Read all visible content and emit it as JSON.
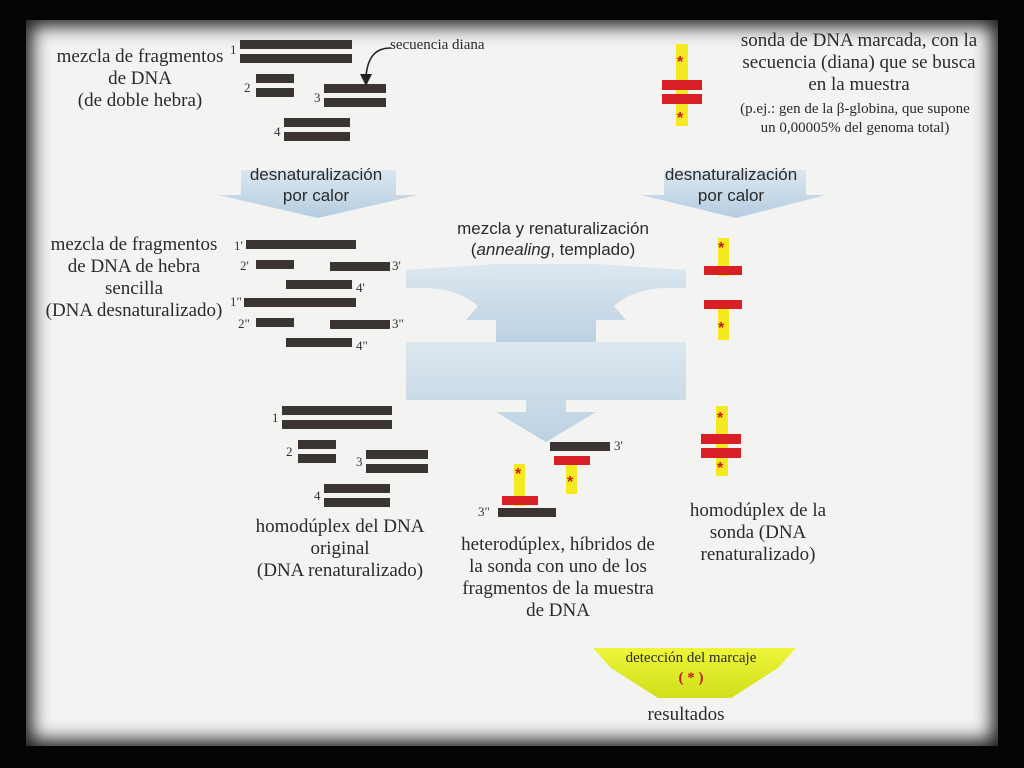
{
  "texts": {
    "mix_title": [
      "mezcla de fragmentos",
      "de DNA",
      "(de doble hebra)"
    ],
    "target_label": "secuencia diana",
    "probe_title": [
      "sonda de DNA marcada, con la",
      "secuencia (diana) que se busca",
      "en la muestra"
    ],
    "probe_example": [
      "(p.ej.: gen de la β-globina, que supone",
      "un 0,00005% del genoma total)"
    ],
    "denat_left": [
      "desnaturalización",
      "por calor"
    ],
    "denat_right": [
      "desnaturalización",
      "por calor"
    ],
    "single_title": [
      "mezcla de fragmentos",
      "de DNA de hebra",
      "sencilla",
      "(DNA desnaturalizado)"
    ],
    "annealing_line1": "mezcla y renaturalización",
    "annealing_italic": "annealing",
    "annealing_rest": ", templado)",
    "annealing_open": "(",
    "homo_dna": [
      "homodúplex del DNA",
      "original",
      "(DNA renaturalizado)"
    ],
    "hetero": [
      "heterodúplex, híbridos de",
      "la sonda con uno de los",
      "fragmentos de la muestra",
      "de DNA"
    ],
    "homo_probe": [
      "homodúplex de la",
      "sonda (DNA",
      "renaturalizado)"
    ],
    "detection": [
      "detección del marcaje",
      "( * )"
    ],
    "results": "resultados"
  },
  "numbers": {
    "ds": [
      "1",
      "2",
      "3",
      "4"
    ],
    "ss": [
      "1'",
      "2'",
      "3'",
      "4'",
      "1\"",
      "2\"",
      "3\"",
      "4\""
    ],
    "re": [
      "1",
      "2",
      "3",
      "4"
    ],
    "hetero": [
      "3'",
      "3\""
    ]
  },
  "probe_asterisk": "*",
  "colors": {
    "dna_strand": "#3a3533",
    "probe_label": "#d91f26",
    "probe_marker": "#f5ea22",
    "process_arrow": "#bcd3e6",
    "detection_arrow": "#e2ee1e",
    "background": "#f3f3f1"
  }
}
